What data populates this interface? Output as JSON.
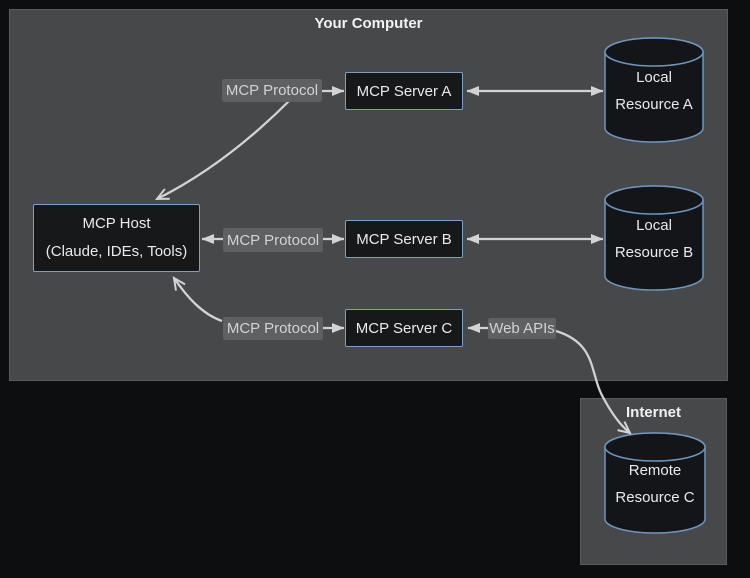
{
  "your_computer": {
    "title": "Your Computer"
  },
  "internet": {
    "title": "Internet"
  },
  "host": {
    "line1": "MCP Host",
    "line2": "(Claude, IDEs, Tools)"
  },
  "servers": [
    {
      "label": "MCP Server A"
    },
    {
      "label": "MCP Server B"
    },
    {
      "label": "MCP Server C"
    }
  ],
  "resources": [
    {
      "line1": "Local",
      "line2": "Resource A"
    },
    {
      "line1": "Local",
      "line2": "Resource B"
    },
    {
      "line1": "Remote",
      "line2": "Resource C"
    }
  ],
  "edge_labels": {
    "protocol_a": "MCP Protocol",
    "protocol_b": "MCP Protocol",
    "protocol_c": "MCP Protocol",
    "web_apis": "Web APIs"
  },
  "colors": {
    "background": "#0d0e10",
    "container_fill": "#47484a",
    "container_border": "#5a5b5d",
    "node_fill": "#17181a",
    "node_border": "#7d9fc4",
    "cylinder_fill": "#141518",
    "cylinder_stroke": "#6d96bf",
    "label_fill": "#5e6062",
    "arrow": "#d2d3d4",
    "text": "#e9eaec",
    "label_text": "#d2d3d5",
    "title_text": "#f1f2f3"
  }
}
